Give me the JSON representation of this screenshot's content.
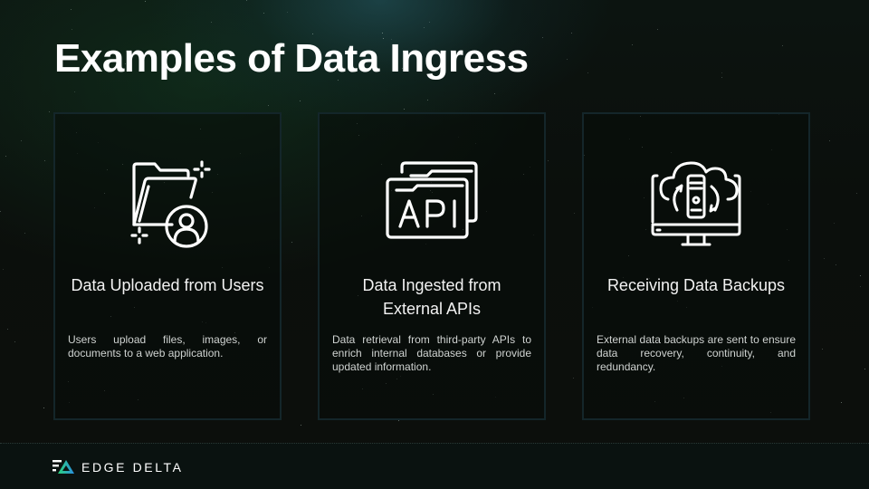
{
  "slide": {
    "title": "Examples of Data Ingress",
    "colors": {
      "background": "#0b0f0c",
      "card_border": "#14262a",
      "text_primary": "#ffffff",
      "text_secondary": "#cfd3d1",
      "logo_green": "#2bd37a",
      "logo_blue": "#2a8de0"
    },
    "cards": [
      {
        "icon": "folder-user-icon",
        "heading": "Data Uploaded from Users",
        "body": "Users upload files, images, or documents to a web application."
      },
      {
        "icon": "api-windows-icon",
        "heading": "Data Ingested from External APIs",
        "body": "Data retrieval from third-party APIs to enrich internal databases or provide updated information."
      },
      {
        "icon": "cloud-backup-monitor-icon",
        "heading": "Receiving Data Backups",
        "body": "External data backups are sent to ensure data recovery, continuity, and redundancy."
      }
    ]
  },
  "footer": {
    "brand": "EDGE DELTA"
  }
}
